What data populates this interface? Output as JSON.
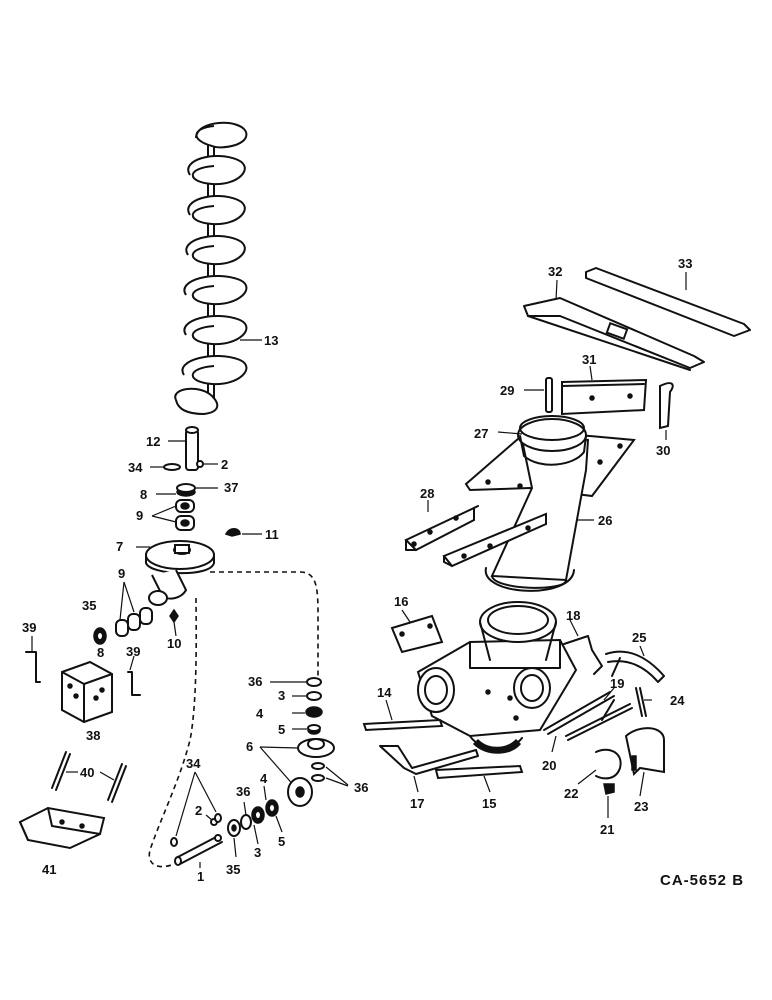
{
  "drawing_code": "CA-5652 B",
  "callouts": {
    "c1": "1",
    "c2a": "2",
    "c2b": "2",
    "c3a": "3",
    "c3b": "3",
    "c4a": "4",
    "c4b": "4",
    "c5a": "5",
    "c5b": "5",
    "c6": "6",
    "c7": "7",
    "c8a": "8",
    "c8b": "8",
    "c9a": "9",
    "c9b": "9",
    "c10": "10",
    "c11": "11",
    "c12": "12",
    "c13": "13",
    "c14": "14",
    "c15": "15",
    "c16": "16",
    "c17": "17",
    "c18": "18",
    "c19": "19",
    "c20": "20",
    "c21": "21",
    "c22": "22",
    "c23": "23",
    "c24": "24",
    "c25": "25",
    "c26": "26",
    "c27": "27",
    "c28": "28",
    "c29": "29",
    "c30": "30",
    "c31": "31",
    "c32": "32",
    "c33": "33",
    "c34a": "34",
    "c34b": "34",
    "c35a": "35",
    "c35b": "35",
    "c36a": "36",
    "c36b": "36",
    "c36c": "36",
    "c37": "37",
    "c38": "38",
    "c39a": "39",
    "c39b": "39",
    "c40": "40",
    "c41": "41"
  }
}
